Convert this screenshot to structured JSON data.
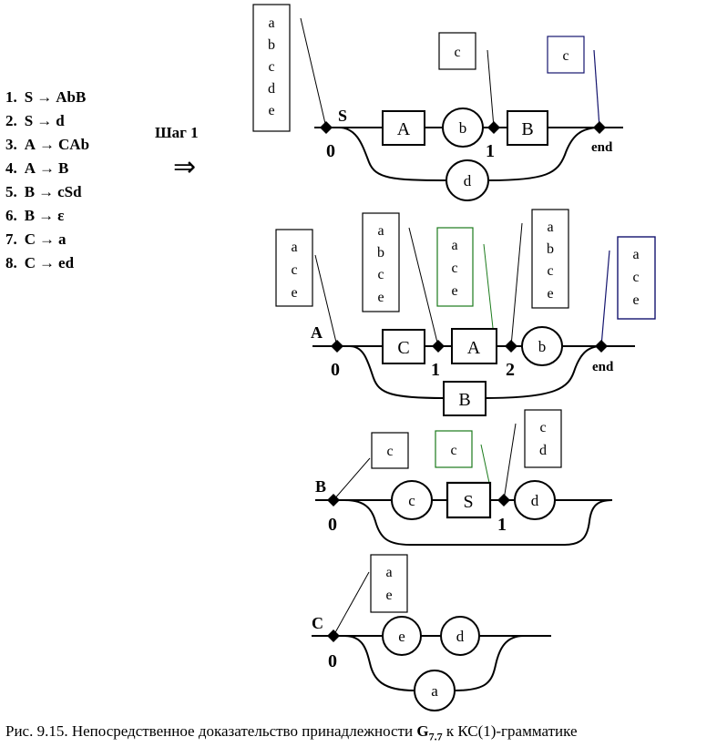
{
  "rules": [
    {
      "num": "1.",
      "lhs": "S",
      "arrow": "→",
      "rhs": "AbB"
    },
    {
      "num": "2.",
      "lhs": "S",
      "arrow": "→",
      "rhs": "d"
    },
    {
      "num": "3.",
      "lhs": "A",
      "arrow": "→",
      "rhs": "CAb"
    },
    {
      "num": "4.",
      "lhs": "A",
      "arrow": "→",
      "rhs": "B"
    },
    {
      "num": "5.",
      "lhs": "B",
      "arrow": "→",
      "rhs": "cSd"
    },
    {
      "num": "6.",
      "lhs": "B",
      "arrow": "→",
      "rhs": "ε"
    },
    {
      "num": "7.",
      "lhs": "C",
      "arrow": "→",
      "rhs": "a"
    },
    {
      "num": "8.",
      "lhs": "C",
      "arrow": "→",
      "rhs": "ed"
    }
  ],
  "step": {
    "label": "Шаг 1",
    "arrow": "⇒"
  },
  "diagrams": {
    "S": {
      "name": "S",
      "p0": "0",
      "p1": "1",
      "end": "end",
      "boxA": "A",
      "circleB": "b",
      "boxB": "B",
      "circleD": "d",
      "set0": [
        "a",
        "b",
        "c",
        "d",
        "e"
      ],
      "set1": [
        "c"
      ],
      "setEnd": [
        "c"
      ]
    },
    "A": {
      "name": "A",
      "p0": "0",
      "p1": "1",
      "p2": "2",
      "end": "end",
      "boxC": "C",
      "boxA": "A",
      "circleB": "b",
      "boxB": "B",
      "setPre": [
        "a",
        "c",
        "e"
      ],
      "set0": [
        "a",
        "b",
        "c",
        "e"
      ],
      "setA": [
        "a",
        "c",
        "e"
      ],
      "set2": [
        "a",
        "b",
        "c",
        "e"
      ],
      "setEnd": [
        "a",
        "c",
        "e"
      ]
    },
    "B": {
      "name": "B",
      "p0": "0",
      "p1": "1",
      "circleC": "c",
      "boxS": "S",
      "circleD": "d",
      "set0": [
        "c"
      ],
      "setS": [
        "c"
      ],
      "set1": [
        "c",
        "d"
      ]
    },
    "C": {
      "name": "C",
      "p0": "0",
      "circleE": "e",
      "circleD": "d",
      "circleA": "a",
      "set0": [
        "a",
        "e"
      ]
    }
  },
  "caption": {
    "prefix": "Рис. 9.15. Непосредственное доказательство принадлежности ",
    "g": "G",
    "sub": "7.7",
    "suffix": " к КС(1)-грамматике"
  },
  "colors": {
    "green": "#1a7a1a",
    "navy": "#14146e"
  }
}
